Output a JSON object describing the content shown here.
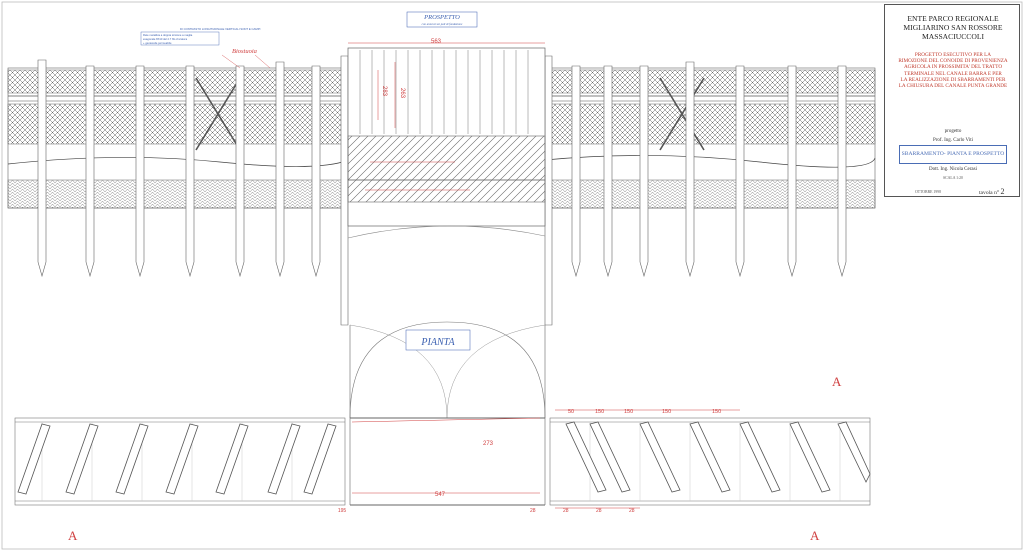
{
  "title_block": {
    "header": [
      "ENTE PARCO REGIONALE",
      "MIGLIARINO SAN ROSSORE",
      "MASSACIUCCOLI"
    ],
    "project": [
      "PROGETTO ESECUTIVO PER LA",
      "RIMOZIONE DEL CONOIDE DI PROVENIENZA",
      "AGRICOLA IN PROSSIMITA' DEL TRATTO",
      "TERMINALE NEL CANALE BARRA E PER",
      "LA REALIZZAZIONE DI SBARRAMENTI PER",
      "LA CHIUSURA DEL CANALE PUNTA GRANDE"
    ],
    "progetto_label": "progetto",
    "designers": [
      "Prof. Ing. Carlo Viti",
      "Dott. Ing. Nicola Cerasi"
    ],
    "sheet_title": "SBARRAMENTO- PIANTA E PROSPETTO",
    "scale": "SCALA 1:20",
    "date": "OTTOBRE 1998",
    "tav_label": "tavola n°",
    "tav_number": "2"
  },
  "labels": {
    "prospetto": "PROSPETTO",
    "prospetto_sub": "con annessi sui pali di fondazione",
    "pianta": "PIANTA",
    "section_mark": "A",
    "biostuoia": "Biostuoia",
    "note_blue": [
      "Rete metallica a doppia torsione a maglia",
      "esagonale 8X10 del 2.7 filo zincatura",
      "+ geotessile permeabile"
    ],
    "note_top": "DI CONTRASTO LONGITUDINALE  VERTICALI SONT E CAMPI"
  },
  "dimensions": {
    "gate_width": "563",
    "gate_height": "263",
    "gate_height_left": "283",
    "plan_top": "150",
    "plan_mid": "273",
    "plan_bottom": "547",
    "plan_left_offset": "195",
    "plan_inner": "50",
    "spacing": "28"
  },
  "colors": {
    "line": "#5a5a5a",
    "red": "#d04040",
    "blue": "#3a5fb0"
  }
}
